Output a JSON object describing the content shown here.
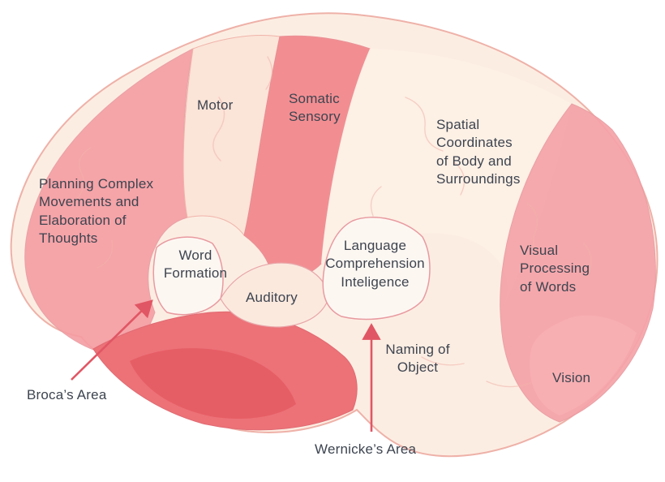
{
  "diagram": {
    "type": "brain-functional-areas",
    "labels": {
      "planning": "Planning Complex\nMovements and\nElaboration of\nThoughts",
      "motor": "Motor",
      "somatic_sensory": "Somatic\nSensory",
      "spatial": "Spatial\nCoordinates\nof Body and\nSurroundings",
      "word_formation": "Word\nFormation",
      "auditory": "Auditory",
      "language": "Language\nComprehension\nInteligence",
      "visual_processing": "Visual\nProcessing\nof Words",
      "vision": "Vision",
      "naming": "Naming of\nObject",
      "brocas": "Broca’s Area",
      "wernickes": "Wernicke’s Area"
    },
    "colors": {
      "base": "#fcede2",
      "outline": "#eeb1a8",
      "frontal": "#f59da2",
      "motor_strip": "#fbe4d8",
      "somatic": "#f2868c",
      "spatial_area": "#fdf0e5",
      "visual_band": "#f5a3a8",
      "vision_inner": "#f7afb3",
      "temporal": "#ec7278",
      "temporal_core": "#e55a62",
      "blob_fill": "#fdf7f2",
      "blob_stroke": "#e89aa0",
      "auditory_fill": "#fbe9de",
      "sulci": "#f0b4aa",
      "arrow": "#e15664",
      "text": "#3d4450"
    }
  }
}
